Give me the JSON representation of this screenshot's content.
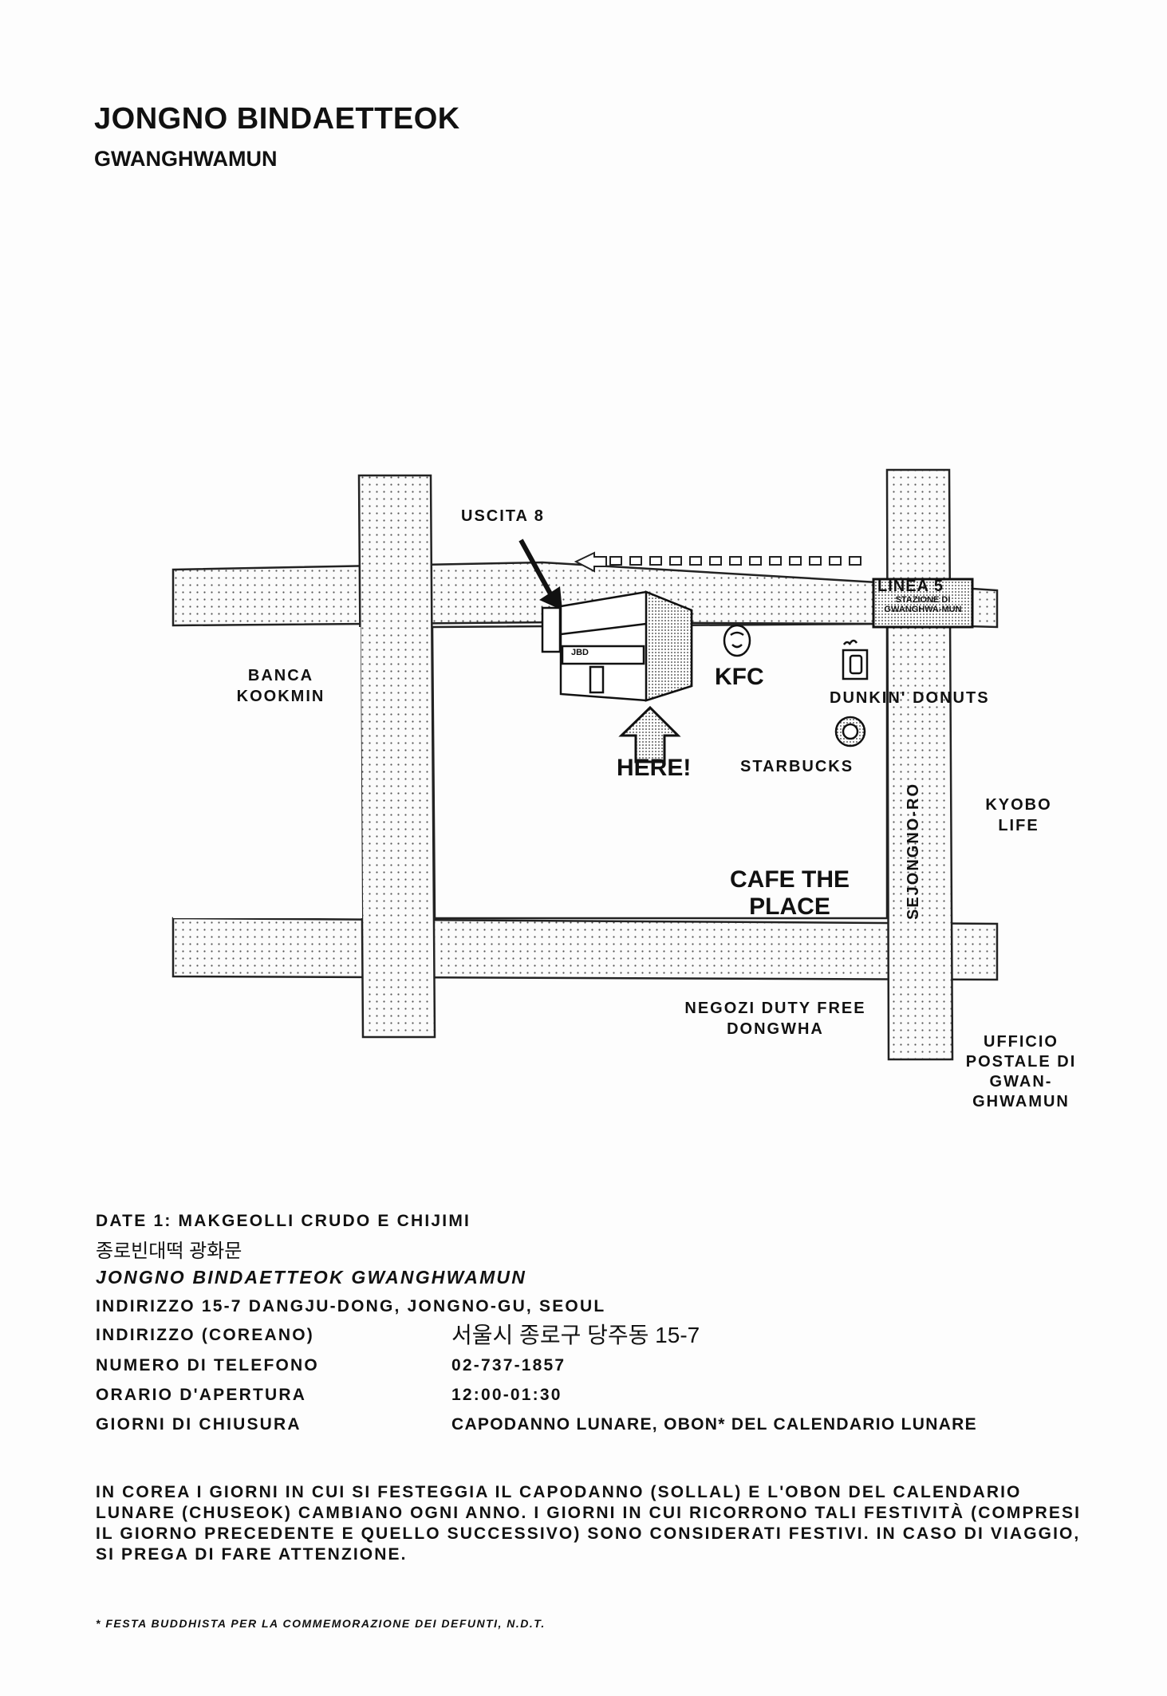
{
  "header": {
    "title": "JONGNO BINDAETTEOK",
    "subtitle": "GWANGHWAMUN"
  },
  "map": {
    "exit_label": "USCITA 8",
    "station": {
      "line": "LINEA 5",
      "name": "STAZIONE DI GWANGHWA-MUN"
    },
    "building_sign": "JBD",
    "here_label": "HERE!",
    "landmarks": {
      "bank": "BANCA KOOKMIN",
      "kfc": "KFC",
      "dunkin": "DUNKIN' DONUTS",
      "starbucks": "STARBUCKS",
      "kyobo": "KYOBO LIFE",
      "cafe": "CAFE THE PLACE",
      "street": "SEJONGNO-RO",
      "duty_free": "NEGOZI DUTY FREE DONGWHA",
      "post_office": "UFFICIO POSTALE DI GWAN-GHWAMUN"
    }
  },
  "info": {
    "date_line": "DATE 1: MAKGEOLLI CRUDO E CHIJIMI",
    "korean_name": "종로빈대떡 광화문",
    "name": "JONGNO BINDAETTEOK GWANGHWAMUN",
    "address": "INDIRIZZO  15-7 DANGJU-DONG, JONGNO-GU, SEOUL",
    "rows": [
      {
        "label": "INDIRIZZO (COREANO)",
        "value": "서울시 종로구 당주동 15-7"
      },
      {
        "label": "NUMERO DI TELEFONO",
        "value": "02-737-1857"
      },
      {
        "label": "ORARIO D'APERTURA",
        "value": "12:00-01:30"
      },
      {
        "label": "GIORNI DI CHIUSURA",
        "value": "CAPODANNO LUNARE, OBON* DEL CALENDARIO LUNARE"
      }
    ]
  },
  "note": "IN COREA I GIORNI IN CUI SI FESTEGGIA IL CAPODANNO (SOLLAL) E L'OBON DEL CALENDARIO LUNARE (CHUSEOK) CAMBIANO OGNI ANNO. I GIORNI IN CUI RICORRONO TALI FESTIVITÀ (COMPRESI IL GIORNO PRECEDENTE E QUELLO SUCCESSIVO) SONO CONSIDERATI FESTIVI. IN CASO DI VIAGGIO, SI PREGA DI FARE ATTENZIONE.",
  "footnote": "* FESTA BUDDHISTA PER LA COMMEMORAZIONE DEI DEFUNTI, N.D.T."
}
